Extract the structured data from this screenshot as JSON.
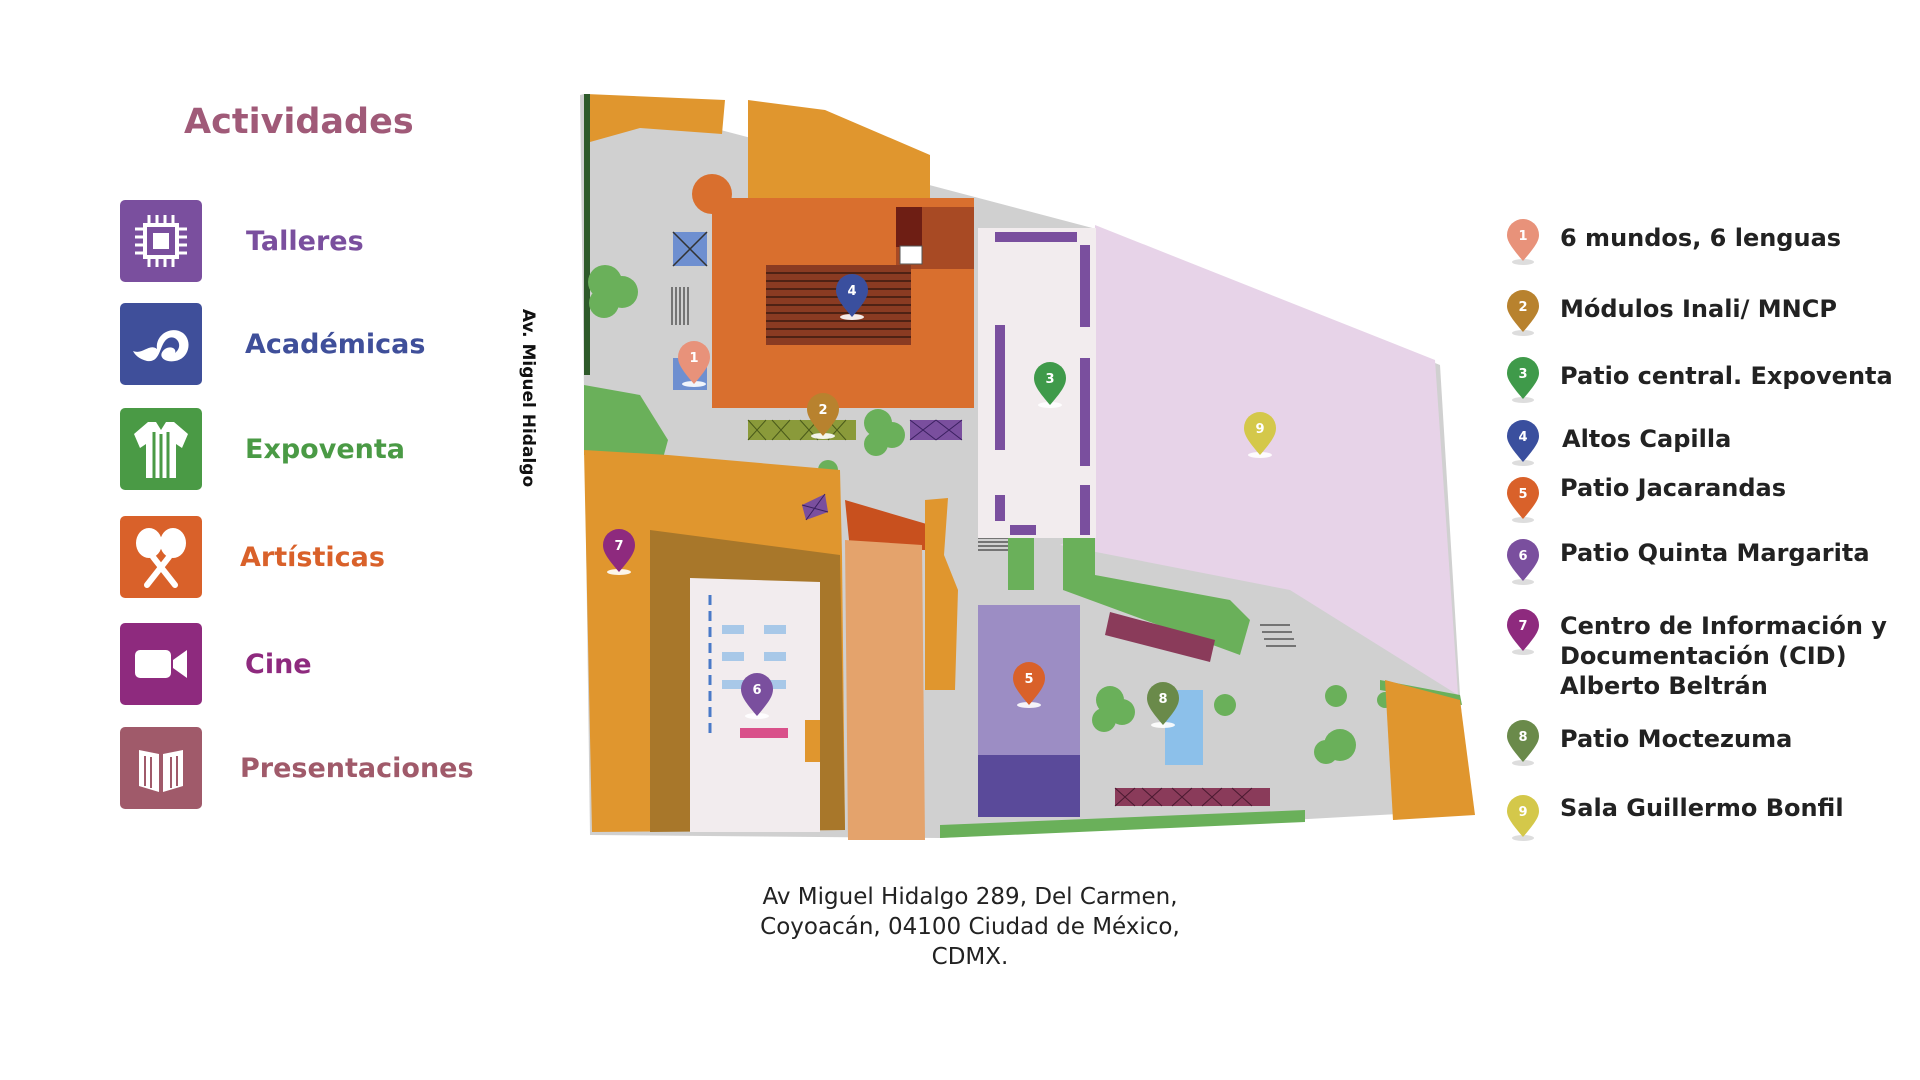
{
  "legend": {
    "title": "Actividades",
    "activities": [
      {
        "label": "Talleres",
        "icon": "workshop-icon",
        "color": "#7a4f9e"
      },
      {
        "label": "Académicas",
        "icon": "wave-icon",
        "color": "#3f4f9a"
      },
      {
        "label": "Expoventa",
        "icon": "garment-icon",
        "color": "#4a9a45"
      },
      {
        "label": "Artísticas",
        "icon": "maracas-icon",
        "color": "#d9612a"
      },
      {
        "label": "Cine",
        "icon": "video-camera-icon",
        "color": "#8e2a7e"
      },
      {
        "label": "Presentaciones",
        "icon": "book-icon",
        "color": "#a05a6a"
      }
    ]
  },
  "street": "Av. Miguel Hidalgo",
  "address": [
    "Av Miguel Hidalgo 289, Del Carmen,",
    "Coyoacán, 04100 Ciudad de México,",
    "CDMX."
  ],
  "locations": [
    {
      "num": "1",
      "label": "6 mundos, 6 lenguas",
      "color": "#e8927a"
    },
    {
      "num": "2",
      "label": "Módulos Inali/ MNCP",
      "color": "#b8822e"
    },
    {
      "num": "3",
      "label": "Patio central. Expoventa",
      "color": "#3f9a4a"
    },
    {
      "num": "4",
      "label": "Altos Capilla",
      "color": "#3a4f9e"
    },
    {
      "num": "5",
      "label": "Patio Jacarandas",
      "color": "#d9612a"
    },
    {
      "num": "6",
      "label": "Patio Quinta Margarita",
      "color": "#7a4f9e"
    },
    {
      "num": "7",
      "label": "Centro de Información y Documentación (CID) Alberto Beltrán",
      "label_lines": [
        "Centro de Información y",
        "Documentación (CID)",
        "Alberto Beltrán"
      ],
      "color": "#8e2a7e"
    },
    {
      "num": "8",
      "label": "Patio Moctezuma",
      "color": "#6a8a4a"
    },
    {
      "num": "9",
      "label": "Sala Guillermo Bonfil",
      "color": "#d4c84a"
    }
  ]
}
